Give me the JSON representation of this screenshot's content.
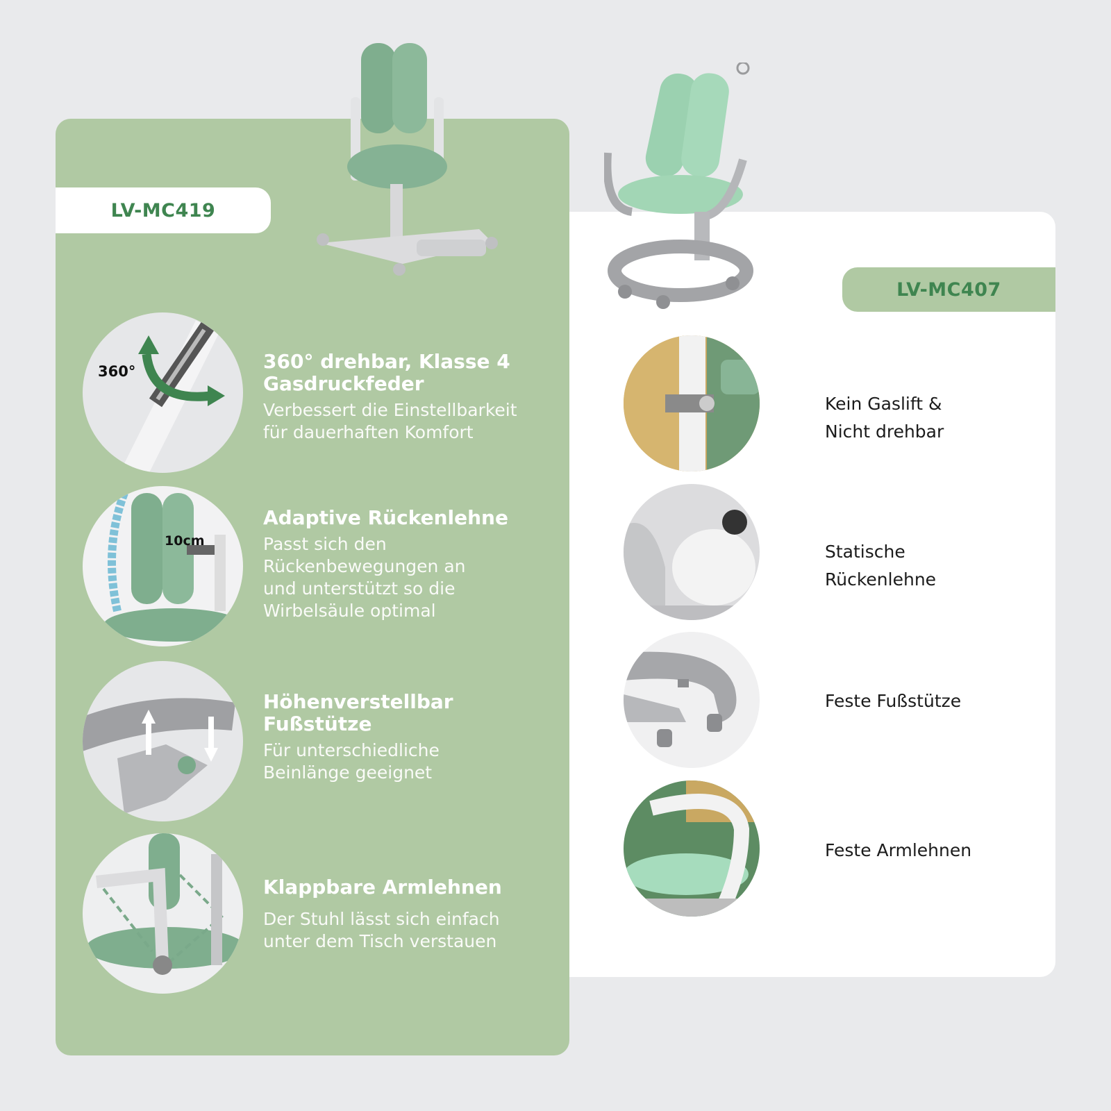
{
  "colors": {
    "accent_green": "#3f8550",
    "panel_green": "#b0c9a3",
    "background": "#e9eaec",
    "white": "#ffffff"
  },
  "left_product": {
    "model": "LV-MC419",
    "features": [
      {
        "title_line1": "360° drehbar, Klasse 4",
        "title_line2": "Gasdruckfeder",
        "desc_line1": "Verbessert die Einstellbarkeit",
        "desc_line2": "für dauerhaften Komfort",
        "image_label": "360°",
        "icon": "gas-spring-rotate-icon"
      },
      {
        "title_line1": "Adaptive Rückenlehne",
        "desc_line1": "Passt sich den",
        "desc_line2": "Rückenbewegungen an",
        "desc_line3": "und unterstützt so die",
        "desc_line4": "Wirbelsäule optimal",
        "image_label": "10cm",
        "icon": "adaptive-backrest-icon"
      },
      {
        "title_line1": "Höhenverstellbar",
        "title_line2": "Fußstütze",
        "desc_line1": "Für unterschiedliche",
        "desc_line2": "Beinlänge geeignet",
        "icon": "adjustable-footrest-icon"
      },
      {
        "title_line1": "Klappbare Armlehnen",
        "desc_line1": "Der Stuhl lässt sich einfach",
        "desc_line2": "unter dem Tisch verstauen",
        "icon": "folding-armrest-icon"
      }
    ]
  },
  "right_product": {
    "model": "LV-MC407",
    "features": [
      {
        "line1": "Kein Gaslift &",
        "line2": "Nicht drehbar",
        "icon": "fixed-height-column-icon"
      },
      {
        "line1": "Statische",
        "line2": "Rückenlehne",
        "icon": "static-backrest-icon"
      },
      {
        "line1": "Feste Fußstütze",
        "icon": "fixed-footrest-icon"
      },
      {
        "line1": "Feste Armlehnen",
        "icon": "fixed-armrest-icon"
      }
    ]
  }
}
